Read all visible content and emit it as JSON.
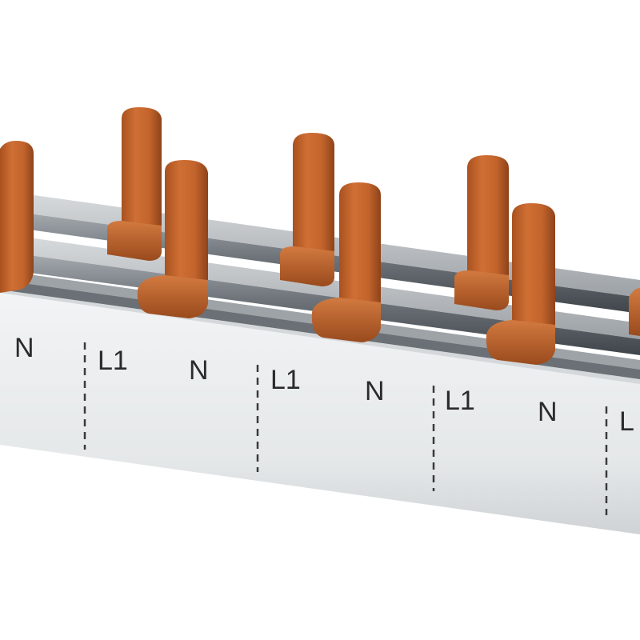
{
  "product": {
    "labels": [
      {
        "id": "n0",
        "text": "N"
      },
      {
        "id": "l1a",
        "text": "L1"
      },
      {
        "id": "n1",
        "text": "N"
      },
      {
        "id": "l1b",
        "text": "L1"
      },
      {
        "id": "n2",
        "text": "N"
      },
      {
        "id": "l1c",
        "text": "L1"
      },
      {
        "id": "n3",
        "text": "N"
      },
      {
        "id": "l1d",
        "text": "L"
      }
    ],
    "colors": {
      "copper": "#c2642c",
      "copper_light": "#e08a4e",
      "copper_dark": "#8e431a",
      "rail": "#8b9096",
      "rail_dark": "#4e5459",
      "body": "#e7eaeb",
      "body_shadow": "#c9cdcf",
      "text": "#2b2b2b"
    },
    "icons": [
      "copper-pin",
      "busbar-rail",
      "dashed-separator"
    ]
  }
}
